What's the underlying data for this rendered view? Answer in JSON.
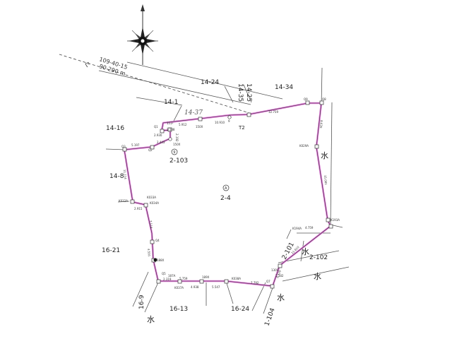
{
  "colors": {
    "boundary": "#e07ad8",
    "line": "#555555",
    "text": "#222222"
  },
  "compass": {
    "icon": "compass-rose-icon"
  },
  "reference": {
    "line1": "109-40-15",
    "line2": "90 290 m"
  },
  "handwritten_note": "14-37",
  "parcels": {
    "p14_24": "14-24",
    "p14_35": "14-35",
    "p14_25": "14-25",
    "p14_34": "14-34",
    "p14_1": "14-1",
    "p14_16": "14-16",
    "p14_8": "14-8",
    "p16_21": "16-21",
    "p16_9": "16-9",
    "p16_13": "16-13",
    "p16_24": "16-24",
    "p1_104": "1-104",
    "p2_101": "2-101",
    "p2_102": "2-102",
    "p2_103": "2-103",
    "p2_4": "2-4",
    "circle_9": "9",
    "circle_A": "A"
  },
  "water": {
    "w1": "水",
    "w2": "水",
    "w3": "水",
    "w4": "水",
    "w5": "水"
  },
  "points": {
    "Q9": "Q9",
    "Q8": "Q8",
    "K029A": "K029A",
    "K193A": "K193A",
    "K194A": "K194A",
    "T2": "T2",
    "T9": "9",
    "Q1": "Q1",
    "Q2": "Q2",
    "Q3": "Q3",
    "P151": "151",
    "P150": "150X",
    "P150b": "150X",
    "K032A": "K032A",
    "K033A": "K033A",
    "K034A": "K034A",
    "Q4": "Q4",
    "P188": "188X",
    "Q5": "Q5",
    "P187": "187A",
    "K037A": "K037A",
    "P189": "189X",
    "K038A": "K038A",
    "Q7": "Q7",
    "P130": "130S"
  },
  "distances": {
    "d1": "12.759",
    "d2": "10.910",
    "d3": "5.912",
    "d4": "2.188",
    "d5": "2.930",
    "d6": "2.443",
    "d7": "5.197",
    "d8": "2.192",
    "d9": "11.114",
    "d10": "2.915",
    "d11": "7.114",
    "d12": "4.591",
    "d13": "2.319",
    "d14": "5.759",
    "d15": "4.938",
    "d16": "5.547",
    "d17": "7.792",
    "d18": "6.529",
    "d19": "11.610",
    "d20": "4.759",
    "d21": "15.081",
    "d22": "8.626",
    "d23": "1.182"
  }
}
